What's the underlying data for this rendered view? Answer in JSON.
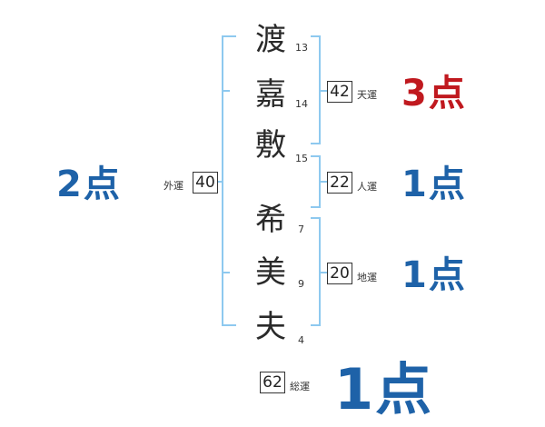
{
  "name": {
    "chars": [
      "渡",
      "嘉",
      "敷",
      "希",
      "美",
      "夫"
    ],
    "strokes": [
      "13",
      "14",
      "15",
      "7",
      "9",
      "4"
    ]
  },
  "fortunes": {
    "tenun": {
      "value": "42",
      "label": "天運",
      "score": "3点",
      "color": "#c0191f"
    },
    "jinun": {
      "value": "22",
      "label": "人運",
      "score": "1点",
      "color": "#1e62a8"
    },
    "chiun": {
      "value": "20",
      "label": "地運",
      "score": "1点",
      "color": "#1e62a8"
    },
    "gaiun": {
      "value": "40",
      "label": "外運",
      "score": "2点",
      "color": "#1e62a8"
    },
    "souun": {
      "value": "62",
      "label": "総運",
      "score": "1点",
      "color": "#1e62a8"
    }
  }
}
